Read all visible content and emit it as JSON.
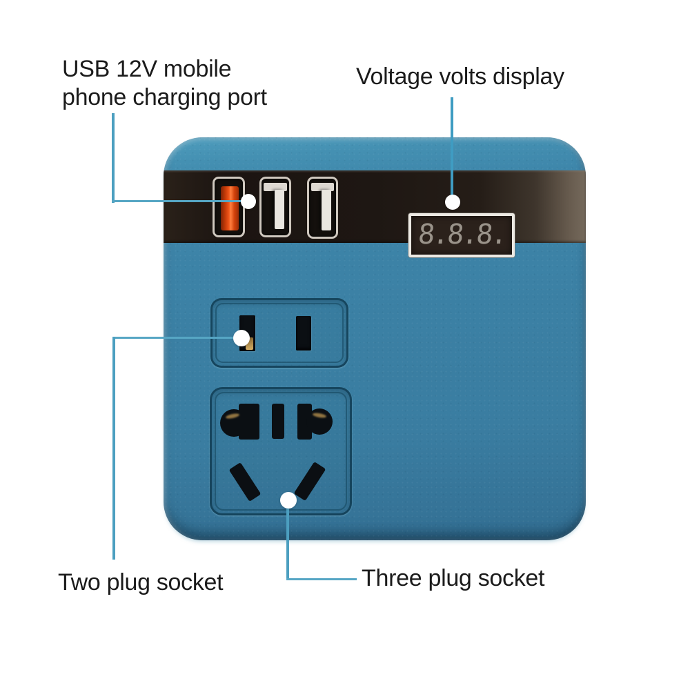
{
  "annotations": {
    "usb_label": "USB 12V mobile\nphone charging port",
    "voltage_label": "Voltage volts display",
    "two_plug_label": "Two plug socket",
    "three_plug_label": "Three plug socket"
  },
  "device": {
    "type": "blue power strip front panel",
    "voltage_display": {
      "value": "8.8.8."
    },
    "usb_ports": [
      {
        "id": "usb-1",
        "style": "quick-charge",
        "tongue_color": "#e8530f"
      },
      {
        "id": "usb-2",
        "style": "standard",
        "tongue_color": "#e9e6e0"
      },
      {
        "id": "usb-3",
        "style": "standard",
        "tongue_color": "#e9e6e0"
      }
    ],
    "sockets": [
      {
        "id": "two-plug-socket",
        "slot_count": 2
      },
      {
        "id": "three-plug-socket",
        "slot_count": 5
      }
    ]
  },
  "colors": {
    "background": "#ffffff",
    "panel_blue": "#3b80a4",
    "strip_black": "#1d1613",
    "leader_line": "#4c9fc0",
    "quick_charge_orange": "#e8530f",
    "display_frame": "#ece9e3",
    "display_background": "#2b211a",
    "label_text": "#1b1b1b"
  }
}
